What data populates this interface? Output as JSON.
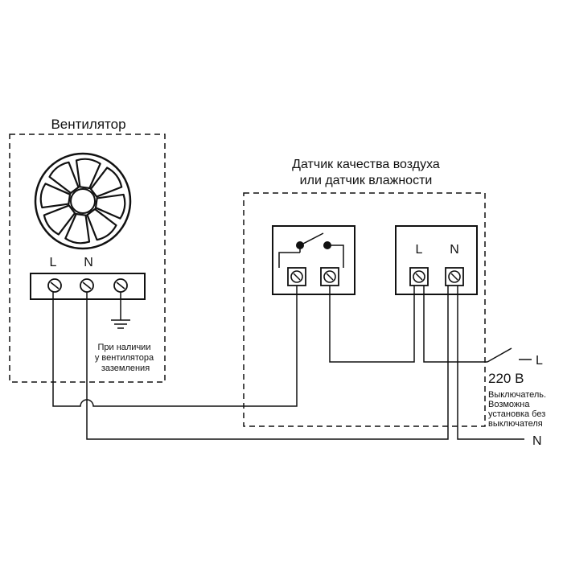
{
  "fan": {
    "title": "Вентилятор",
    "terminal_l": "L",
    "terminal_n": "N",
    "ground_note": [
      "При наличии",
      "у вентилятора",
      "заземления"
    ]
  },
  "sensor": {
    "title_line1": "Датчик качества воздуха",
    "title_line2": "или датчик влажности",
    "terminal_l": "L",
    "terminal_n": "N"
  },
  "supply": {
    "phase_label": "L",
    "neutral_label": "N",
    "voltage": "220 В",
    "switch_note": [
      "Выключатель.",
      "Возможна",
      "установка без",
      "выключателя"
    ]
  },
  "colors": {
    "line": "#111111",
    "background": "#ffffff"
  }
}
